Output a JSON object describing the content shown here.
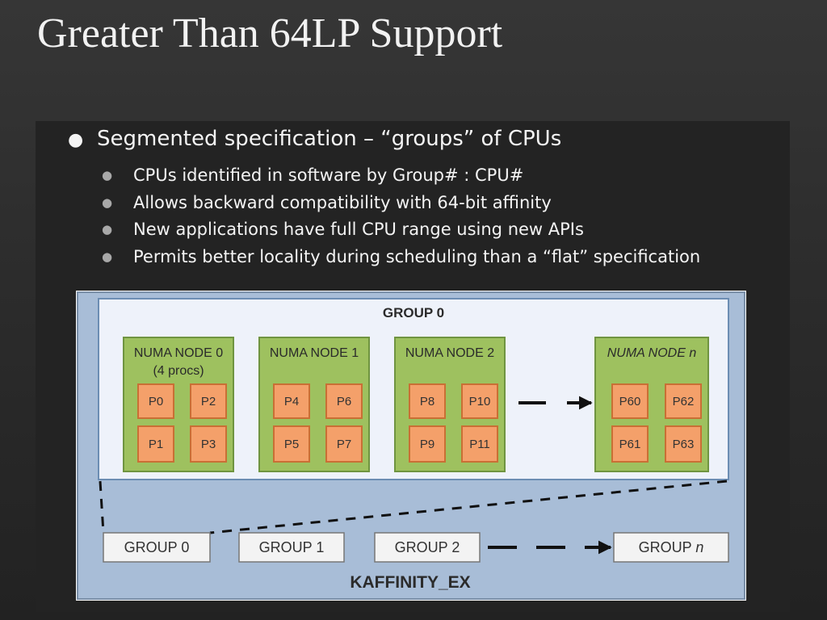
{
  "slide": {
    "title": "Greater Than 64LP Support"
  },
  "bullets": {
    "main": "Segmented specification – “groups” of CPUs",
    "sub": [
      "CPUs identified in software by Group# : CPU#",
      "Allows backward compatibility with 64-bit affinity",
      "New applications have full CPU range using new APIs",
      "Permits better locality during scheduling than a “flat” specification"
    ]
  },
  "diagram": {
    "group_title": "GROUP 0",
    "nodes": [
      {
        "label": "NUMA NODE 0",
        "sublabel": "(4 procs)",
        "procs": [
          "P0",
          "P2",
          "P1",
          "P3"
        ]
      },
      {
        "label": "NUMA NODE 1",
        "procs": [
          "P4",
          "P6",
          "P5",
          "P7"
        ]
      },
      {
        "label": "NUMA NODE 2",
        "procs": [
          "P8",
          "P10",
          "P9",
          "P11"
        ]
      },
      {
        "label": "NUMA NODE ",
        "label_suffix": "n",
        "procs": [
          "P60",
          "P62",
          "P61",
          "P63"
        ]
      }
    ],
    "groups": [
      {
        "label": "GROUP 0"
      },
      {
        "label": "GROUP 1"
      },
      {
        "label": "GROUP 2"
      },
      {
        "label": "GROUP ",
        "label_suffix": "n"
      }
    ],
    "bottom_label": "KAFFINITY_EX",
    "colors": {
      "outer_blue": "#a8bdd7",
      "group_panel": "#eef2fa",
      "numa_green": "#9ec15f",
      "proc_orange": "#f4a06a",
      "group_box": "#f3f3f3"
    },
    "bullet_symbols": {
      "main": "●",
      "sub": "●"
    }
  }
}
